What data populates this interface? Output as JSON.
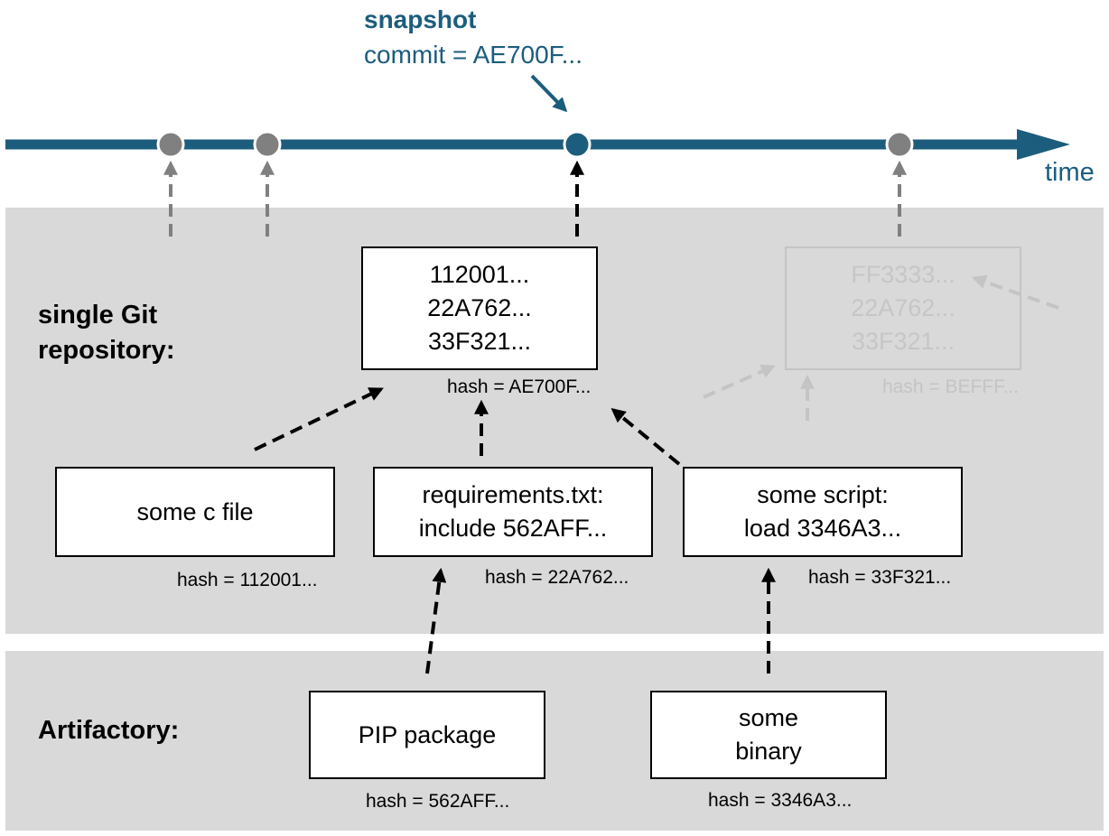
{
  "snapshot": {
    "title": "snapshot",
    "commit": "commit = AE700F...",
    "time_label": "time"
  },
  "sections": {
    "git_line1": "single Git",
    "git_line2": "repository:",
    "artifactory": "Artifactory:"
  },
  "commit_box": {
    "lines": [
      "112001...",
      "22A762...",
      "33F321..."
    ],
    "hash": "hash = AE700F..."
  },
  "ghost_commit_box": {
    "lines": [
      "FF3333...",
      "22A762...",
      "33F321..."
    ],
    "hash": "hash = BEFFF..."
  },
  "files": [
    {
      "lines": [
        "some c file"
      ],
      "hash": "hash = 112001..."
    },
    {
      "lines": [
        "requirements.txt:",
        "include 562AFF..."
      ],
      "hash": "hash = 22A762..."
    },
    {
      "lines": [
        "some script:",
        "load 3346A3..."
      ],
      "hash": "hash = 33F321..."
    }
  ],
  "artifacts": [
    {
      "lines": [
        "PIP package"
      ],
      "hash": "hash = 562AFF..."
    },
    {
      "lines": [
        "some",
        "binary"
      ],
      "hash": "hash = 3346A3..."
    }
  ],
  "colors": {
    "accent": "#1c5d7d",
    "commit_dot": "#808080",
    "band": "#d9d9d9",
    "ghost": "#c4c4c4"
  }
}
